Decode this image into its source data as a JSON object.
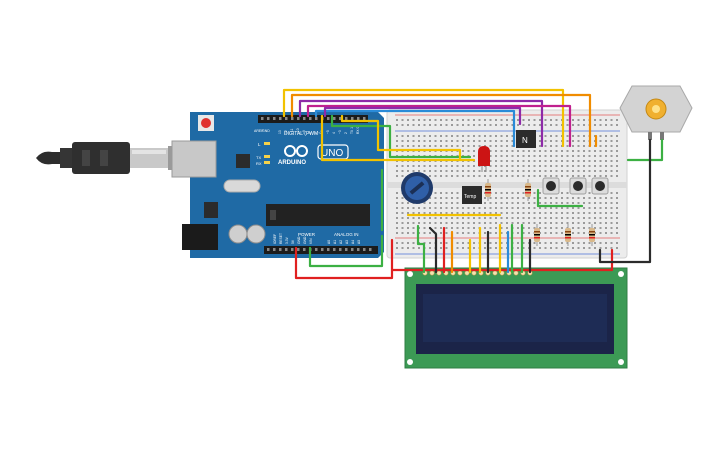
{
  "arduino": {
    "model_label": "UNO",
    "brand_label": "ARDUINO",
    "digital_label": "DIGITAL (PWM~)",
    "power_label": "POWER",
    "analog_label": "ANALOG IN",
    "aref_label": "AREF",
    "gnd_label": "GND",
    "led_l_label": "L",
    "tx_label": "TX",
    "rx_label": "RX",
    "power_pins": [
      "IOREF",
      "RESET",
      "3.3V",
      "5V",
      "GND",
      "GND",
      "VIN"
    ],
    "analog_pins": [
      "A0",
      "A1",
      "A2",
      "A3",
      "A4",
      "A5"
    ],
    "digital_pins": [
      "13",
      "12",
      "~11",
      "~10",
      "~9",
      "8",
      "7",
      "~6",
      "~5",
      "4",
      "~3",
      "2",
      "TX 1",
      "RX 0"
    ]
  },
  "components": {
    "transistor_label": "N",
    "temp_sensor_label": "Temp"
  },
  "colors": {
    "board": "#1f6aa5",
    "board_dark": "#16547f",
    "lcd_pcb": "#3c9a55",
    "lcd_screen": "#1e2c55",
    "wire_yellow": "#f2c200",
    "wire_orange": "#f08c00",
    "wire_red": "#e02020",
    "wire_green": "#3cb043",
    "wire_purple": "#8e2aa8",
    "wire_blue": "#2a8bd8",
    "wire_black": "#2b2b2b",
    "wire_magenta": "#c0208e"
  }
}
